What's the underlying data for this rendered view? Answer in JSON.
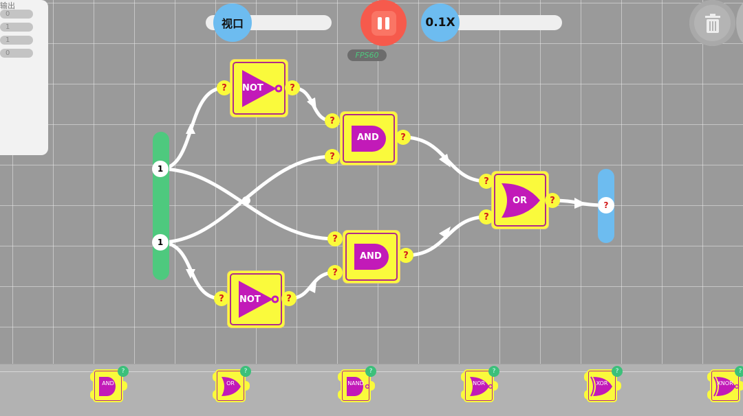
{
  "output_panel": {
    "title": "输出",
    "values": [
      "0",
      "1",
      "1",
      "0"
    ]
  },
  "toolbar": {
    "viewport_label": "视口",
    "speed_label": "0.1X",
    "fps": "FPS60",
    "pause_icon": "pause-icon",
    "trash_icon": "trash-icon"
  },
  "circuit": {
    "inputs": [
      "1",
      "1"
    ],
    "output": "?",
    "gates": [
      {
        "type": "NOT",
        "in": [
          "?"
        ],
        "out": "?"
      },
      {
        "type": "AND",
        "in": [
          "?",
          "?"
        ],
        "out": "?"
      },
      {
        "type": "NOT",
        "in": [
          "?"
        ],
        "out": "?"
      },
      {
        "type": "AND",
        "in": [
          "?",
          "?"
        ],
        "out": "?"
      },
      {
        "type": "OR",
        "in": [
          "?",
          "?"
        ],
        "out": "?"
      }
    ]
  },
  "palette": {
    "badge": "?",
    "items": [
      "AND",
      "OR",
      "NAND",
      "NOR",
      "XOR",
      "XNOR"
    ]
  },
  "colors": {
    "gate_fill": "#fafa3c",
    "gate_symbol": "#c21ab8",
    "input_bar": "#4ec97e",
    "output_bar": "#6dbcf0",
    "pause": "#f65a4c"
  }
}
